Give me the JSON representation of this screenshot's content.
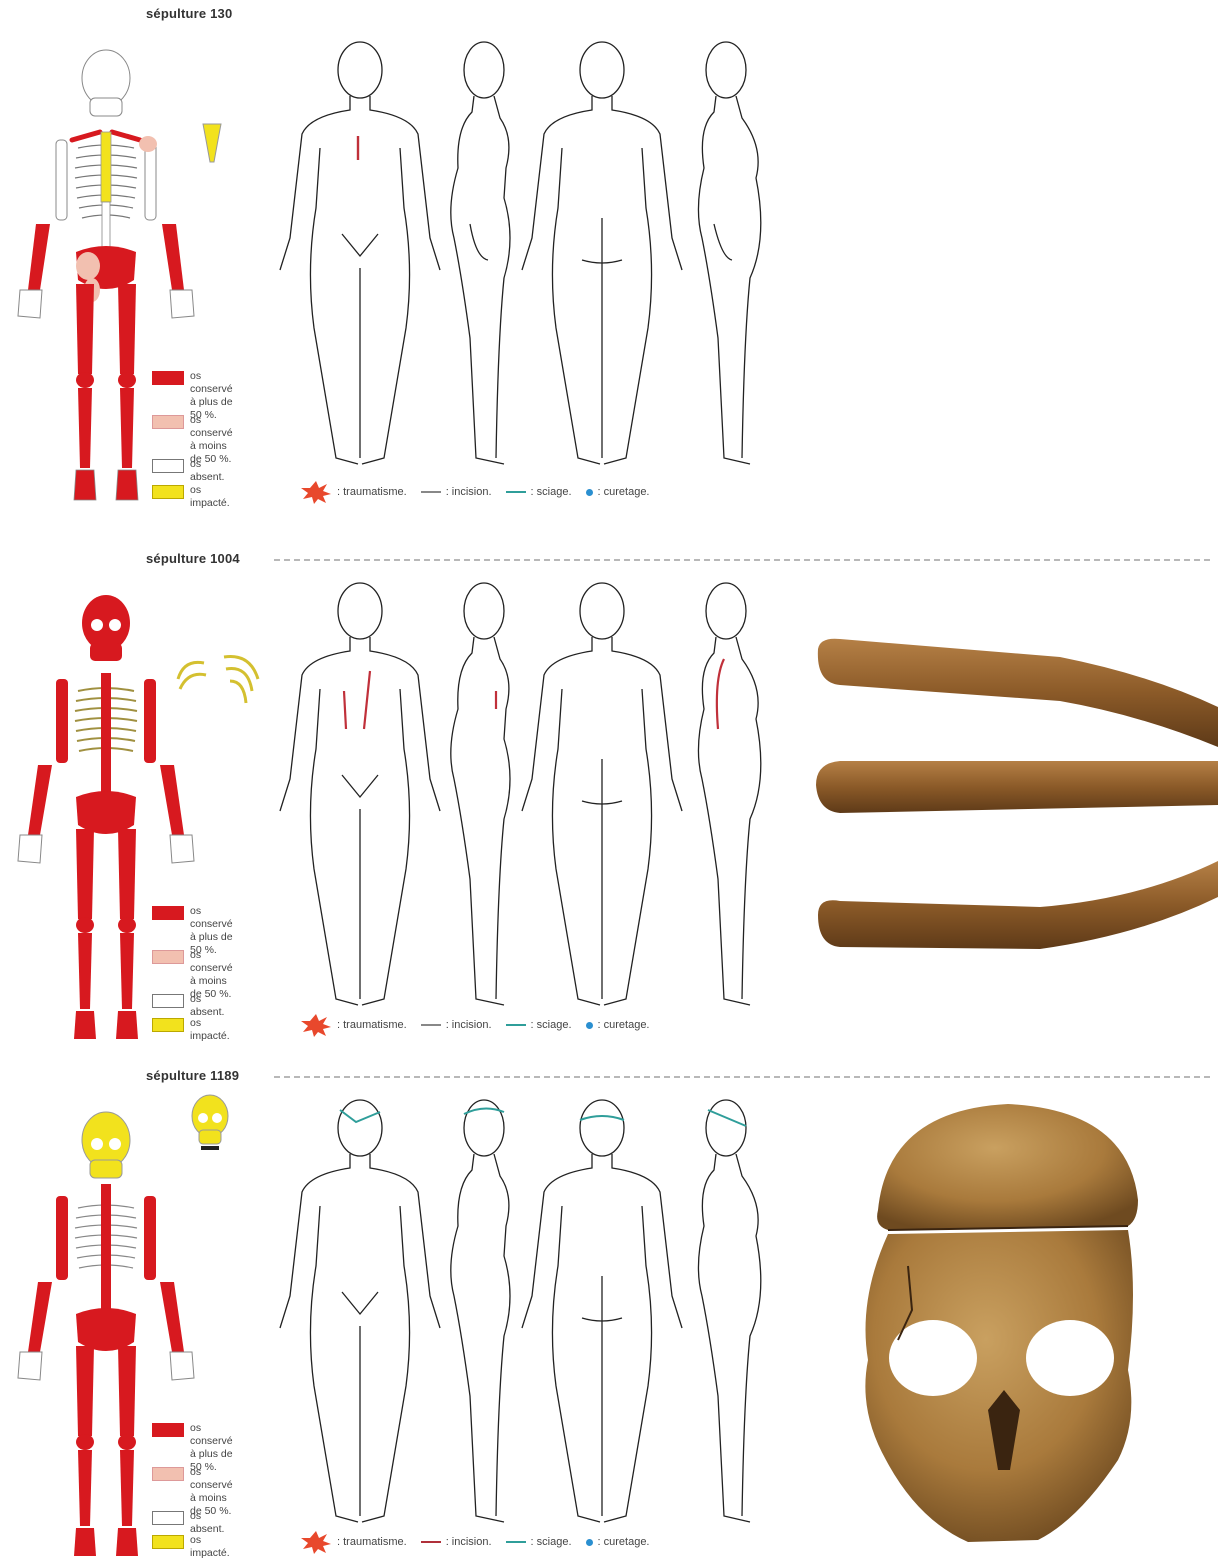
{
  "colors": {
    "conserved_more": "#d7191f",
    "conserved_less": "#f2c0b0",
    "absent": "#ffffff",
    "impacted": "#f2e21d",
    "trauma": "#e8482c",
    "incision": "#b0303a",
    "sawing": "#2f9e9a",
    "curettage": "#2a8fd0",
    "bone_photo": "#9a6630",
    "skull_photo": "#b78c4e"
  },
  "legend": {
    "more": "os conservé\nà plus de 50 %.",
    "less": "os conservé\nà moins de 50 %.",
    "absent": "os absent.",
    "impacted": "os impacté."
  },
  "keys": {
    "trauma": ": traumatisme.",
    "incision": ": incision.",
    "sawing": ": sciage.",
    "curettage": ": curetage."
  },
  "icons": {
    "trauma": "starburst-icon",
    "incision": "line-icon",
    "sawing": "line-icon",
    "curettage": "dot-icon"
  },
  "panels": [
    {
      "title": "sépulture 130"
    },
    {
      "title": "sépulture 1004"
    },
    {
      "title": "sépulture 1189"
    }
  ]
}
